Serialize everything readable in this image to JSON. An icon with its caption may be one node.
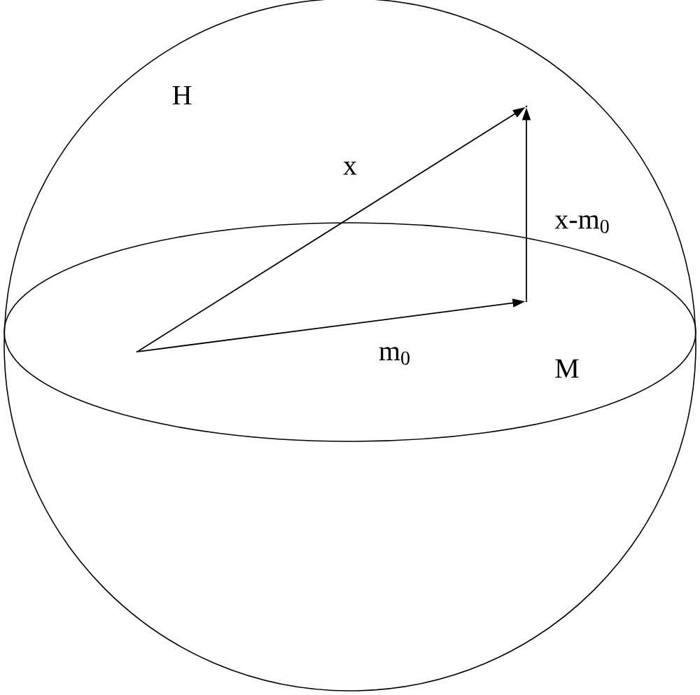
{
  "diagram": {
    "nodes": [
      {
        "text": [
          "H"
        ]
      },
      {
        "text": [
          "M"
        ],
        "in": 0
      },
      {
        "text": [],
        "shape": "point",
        "in": 1
      },
      {
        "text": [],
        "shape": "point",
        "in": 1
      },
      {
        "text": [],
        "shape": "point",
        "in": 0
      }
    ],
    "edges": [
      {
        "from": 2,
        "to": 4,
        "arrow": "to",
        "label": "x"
      },
      {
        "from": 2,
        "to": 3,
        "arrow": "to",
        "label": "m$_{0}$"
      },
      {
        "from": 3,
        "to": 4,
        "arrow": "to",
        "label": "x-m$_{0}$"
      }
    ]
  }
}
